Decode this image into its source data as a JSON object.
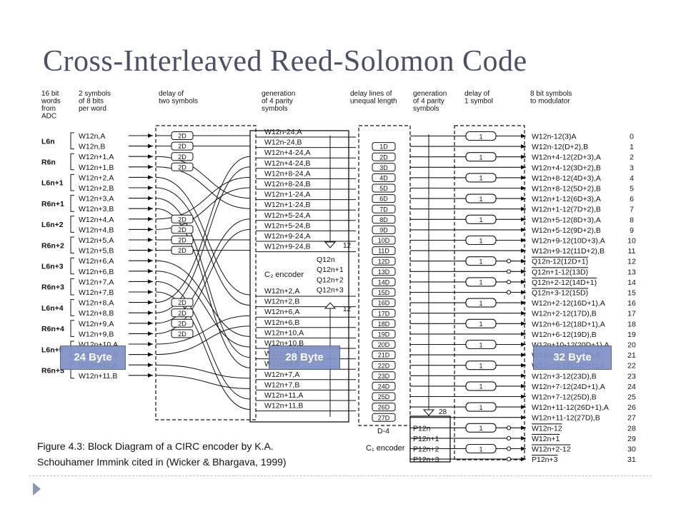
{
  "slide": {
    "title": "Cross-Interleaved Reed-Solomon Code"
  },
  "column_headers": {
    "input_words": "16 bit\nwords\nfrom\nADC",
    "symbols": "2 symbols\nof 8 bits\nper word",
    "delay_two": "delay of\ntwo symbols",
    "parity_a": "generation\nof 4 parity\nsymbols",
    "unequal": "delay lines of\nunequal length",
    "parity_b": "generation\nof 4 parity\nsymbols",
    "delay_one": "delay of\n1 symbol",
    "output": "8 bit symbols\nto modulator"
  },
  "input_words": [
    {
      "label": "L6n",
      "rows": [
        0,
        1
      ]
    },
    {
      "label": "R6n",
      "rows": [
        2,
        3
      ]
    },
    {
      "label": "L6n+1",
      "rows": [
        4,
        5
      ]
    },
    {
      "label": "R6n+1",
      "rows": [
        6,
        7
      ]
    },
    {
      "label": "L6n+2",
      "rows": [
        8,
        9
      ]
    },
    {
      "label": "R6n+2",
      "rows": [
        10,
        11
      ]
    },
    {
      "label": "L6n+3",
      "rows": [
        12,
        13
      ]
    },
    {
      "label": "R6n+3",
      "rows": [
        14,
        15
      ]
    },
    {
      "label": "L6n+4",
      "rows": [
        16,
        17
      ]
    },
    {
      "label": "R6n+4",
      "rows": [
        18,
        19
      ]
    },
    {
      "label": "L6n+5",
      "rows": [
        20,
        21
      ]
    },
    {
      "label": "R6n+5",
      "rows": [
        22,
        23
      ]
    }
  ],
  "input_symbols": [
    "W12n,A",
    "W12n,B",
    "W12n+1,A",
    "W12n+1,B",
    "W12n+2,A",
    "W12n+2,B",
    "W12n+3,A",
    "W12n+3,B",
    "W12n+4,A",
    "W12n+4,B",
    "W12n+5,A",
    "W12n+5,B",
    "W12n+6,A",
    "W12n+6,B",
    "W12n+7,A",
    "W12n+7,B",
    "W12n+8,A",
    "W12n+8,B",
    "W12n+9,A",
    "W12n+9,B",
    "W12n+10,A",
    "W12n+10,B",
    "W12n+11,A",
    "W12n+11,B"
  ],
  "delay_2d": "2D",
  "mid_symbols_top": [
    "W12n-24,A",
    "W12n-24,B",
    "W12n+4-24,A",
    "W12n+4-24,B",
    "W12n+8-24,A",
    "W12n+8-24,B",
    "W12n+1-24,A",
    "W12n+1-24,B",
    "W12n+5-24,A",
    "W12n+5-24,B",
    "W12n+9-24,A",
    "W12n+9-24,B"
  ],
  "mid_symbols_bottom": [
    "W12n+2,A",
    "W12n+2,B",
    "W12n+6,A",
    "W12n+6,B",
    "W12n+10,A",
    "W12n+10,B",
    "W12n+3,A",
    "W12n+3,B",
    "W12n+7,A",
    "W12n+7,B",
    "W12n+11,A",
    "W12n+11,B"
  ],
  "c2_encoder": {
    "label": "C₂ encoder",
    "bus": "12",
    "parity": [
      "Q12n",
      "Q12n+1",
      "Q12n+2",
      "Q12n+3"
    ]
  },
  "delay_lines": [
    "1D",
    "2D",
    "3D",
    "4D",
    "5D",
    "6D",
    "7D",
    "8D",
    "9D",
    "10D",
    "11D",
    "12D",
    "13D",
    "14D",
    "15D",
    "16D",
    "17D",
    "18D",
    "19D",
    "20D",
    "21D",
    "22D",
    "23D",
    "24D",
    "25D",
    "26D",
    "27D"
  ],
  "d4_label": "D-4",
  "c1_encoder": {
    "label": "C₁ encoder",
    "bus": "28",
    "parity": [
      "P12n",
      "P12n+1",
      "P12n+2",
      "P12n+3"
    ]
  },
  "delay_one": "1",
  "outputs": [
    "W12n-12(3)A",
    "W12n-12(D+2),B",
    "W12n+4-12(2D+3),A",
    "W12n+4-12(3D+2),B",
    "W12n+8-12(4D+3),A",
    "W12n+8-12(5D+2),B",
    "W12n+1-12(6D+3),A",
    "W12n+1-12(7D+2),B",
    "W12n+5-12(8D+3),A",
    "W12n+5-12(9D+2),B",
    "W12n+9-12(10D+3),A",
    "W12n+9-12(11D+2),B",
    "Q12n-12(12D+1)",
    "Q12n+1-12(13D)",
    "Q12n+2-12(14D+1)",
    "Q12n+3-12(15D)",
    "W12n+2-12(16D+1),A",
    "W12n+2-12(17D),B",
    "W12n+6-12(18D+1),A",
    "W12n+6-12(19D),B",
    "W12n+10-12(20D+1),A",
    "W12n+10-12(21D),B",
    "W12n+3-12(22D+1),A",
    "W12n+3-12(23D),B",
    "W12n+7-12(24D+1),A",
    "W12n+7-12(25D),B",
    "W12n+11-12(26D+1),A",
    "W12n+11-12(27D),B",
    "W12n-12",
    "W12n+1",
    "W12n+2-12",
    "P12n+3"
  ],
  "output_indices": [
    "0",
    "1",
    "2",
    "3",
    "4",
    "5",
    "6",
    "7",
    "8",
    "9",
    "10",
    "11",
    "12",
    "13",
    "14",
    "15",
    "16",
    "17",
    "18",
    "19",
    "20",
    "21",
    "22",
    "23",
    "24",
    "25",
    "26",
    "27",
    "28",
    "29",
    "30",
    "31"
  ],
  "byte_labels": [
    "24 Byte",
    "28 Byte",
    "32 Byte"
  ],
  "caption": [
    "Figure 4.3: Block Diagram of a CIRC encoder by K.A.",
    "Schouhamer Immink cited in (Wicker & Bhargava, 1999)"
  ],
  "colors": {
    "title": "#4b5063",
    "byte_box": "#7f91c4",
    "footer": "#8a98b4"
  }
}
